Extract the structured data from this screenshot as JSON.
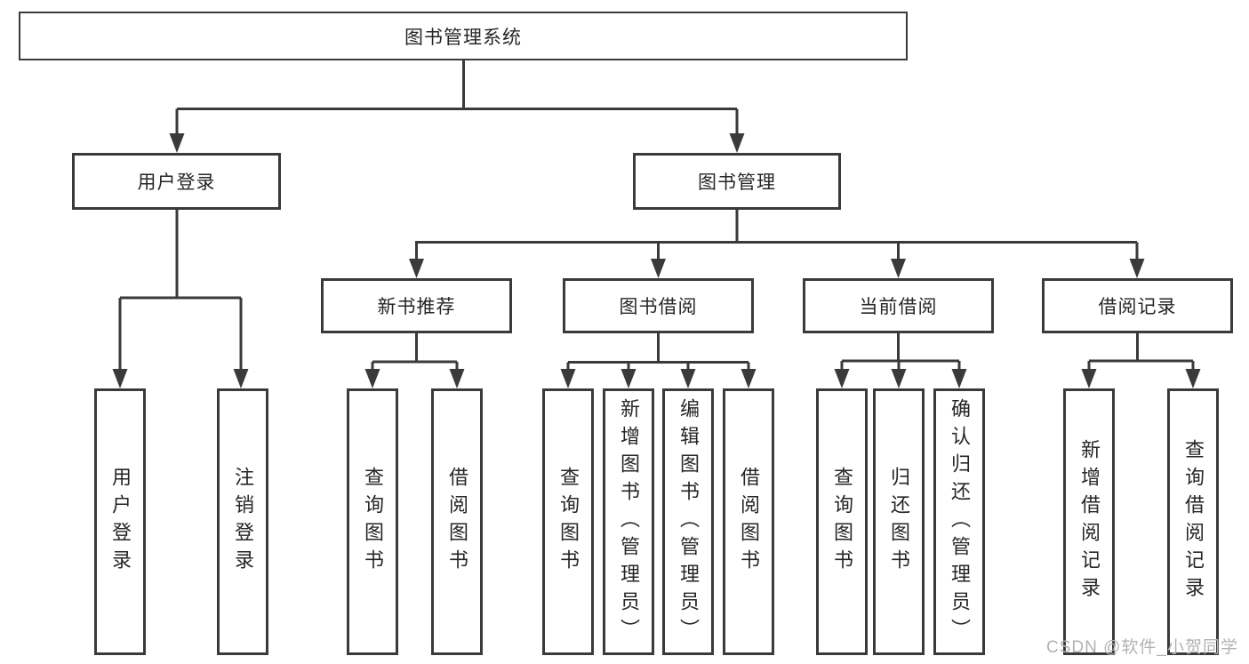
{
  "diagram": {
    "root": {
      "label": "图书管理系统"
    },
    "level2": [
      {
        "label": "用户登录",
        "parent": "图书管理系统"
      },
      {
        "label": "图书管理",
        "parent": "图书管理系统"
      }
    ],
    "level3": [
      {
        "label": "新书推荐",
        "parent": "图书管理"
      },
      {
        "label": "图书借阅",
        "parent": "图书管理"
      },
      {
        "label": "当前借阅",
        "parent": "图书管理"
      },
      {
        "label": "借阅记录",
        "parent": "图书管理"
      }
    ],
    "leaves": [
      {
        "label": "用户登录",
        "parent": "用户登录"
      },
      {
        "label": "注销登录",
        "parent": "用户登录"
      },
      {
        "label": "查询图书",
        "parent": "新书推荐"
      },
      {
        "label": "借阅图书",
        "parent": "新书推荐"
      },
      {
        "label": "查询图书",
        "parent": "图书借阅"
      },
      {
        "label": "新增图书（管理员）",
        "parent": "图书借阅"
      },
      {
        "label": "编辑图书（管理员）",
        "parent": "图书借阅"
      },
      {
        "label": "借阅图书",
        "parent": "图书借阅"
      },
      {
        "label": "查询图书",
        "parent": "当前借阅"
      },
      {
        "label": "归还图书",
        "parent": "当前借阅"
      },
      {
        "label": "确认归还（管理员）",
        "parent": "当前借阅"
      },
      {
        "label": "新增借阅记录",
        "parent": "借阅记录"
      },
      {
        "label": "查询借阅记录",
        "parent": "借阅记录"
      }
    ],
    "watermark": "CSDN @软件_小贺同学",
    "colors": {
      "line": "#3a3a3a",
      "text": "#262626",
      "watermark": "#b2b2b2",
      "background": "#ffffff"
    }
  }
}
